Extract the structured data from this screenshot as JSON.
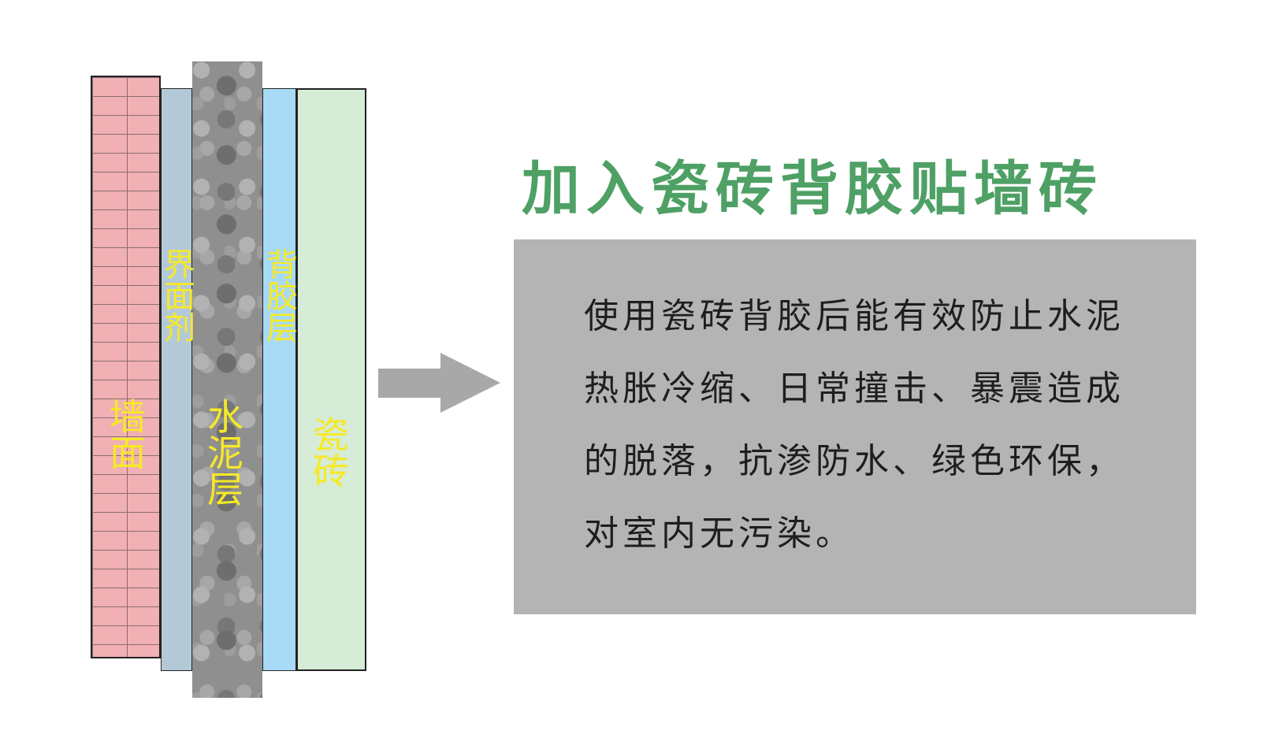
{
  "diagram": {
    "layers": {
      "wall": "墙面",
      "primer": "界面剂",
      "cement": "水泥层",
      "backing": "背胶层",
      "tile": "瓷砖"
    },
    "title": "加入瓷砖背胶贴墙砖",
    "description": "使用瓷砖背胶后能有效防止水泥热胀冷缩、日常撞击、暴震造成的脱落，抗渗防水、绿色环保，对室内无污染。",
    "colors": {
      "title": "#4ea065",
      "label": "#f5e928",
      "wall": "#f1b0b4",
      "primer": "#b4c9d8",
      "cement": "#8f8f8f",
      "backing": "#a8daf5",
      "tile": "#d6ecd6",
      "arrow": "#a8a8a8",
      "panel": "#b4b4b4"
    }
  }
}
